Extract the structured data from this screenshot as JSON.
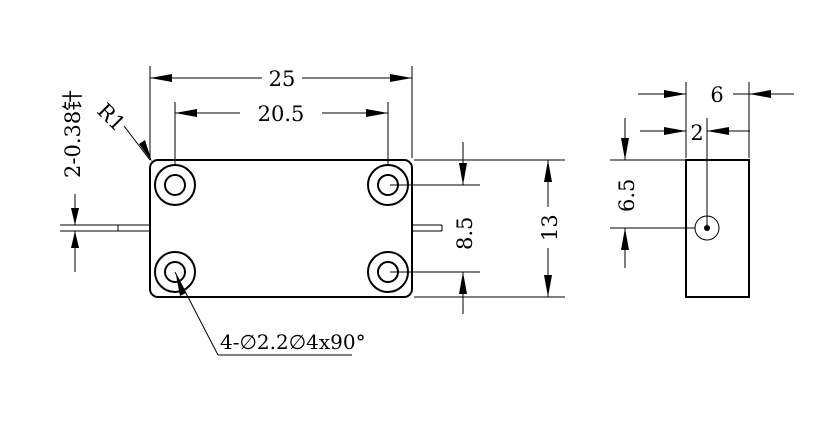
{
  "drawing": {
    "dim_overall_length": "25",
    "dim_hole_spacing_x": "20.5",
    "dim_corner_radius": "R1",
    "dim_pin_spec": "2-0.38针",
    "dim_hole_spacing_y": "8.5",
    "dim_overall_height": "13",
    "dim_hole_callout": "4-∅2.2∅4x90°",
    "dim_side_width": "6",
    "dim_side_pin_offset": "2",
    "dim_side_pin_height": "6.5"
  }
}
